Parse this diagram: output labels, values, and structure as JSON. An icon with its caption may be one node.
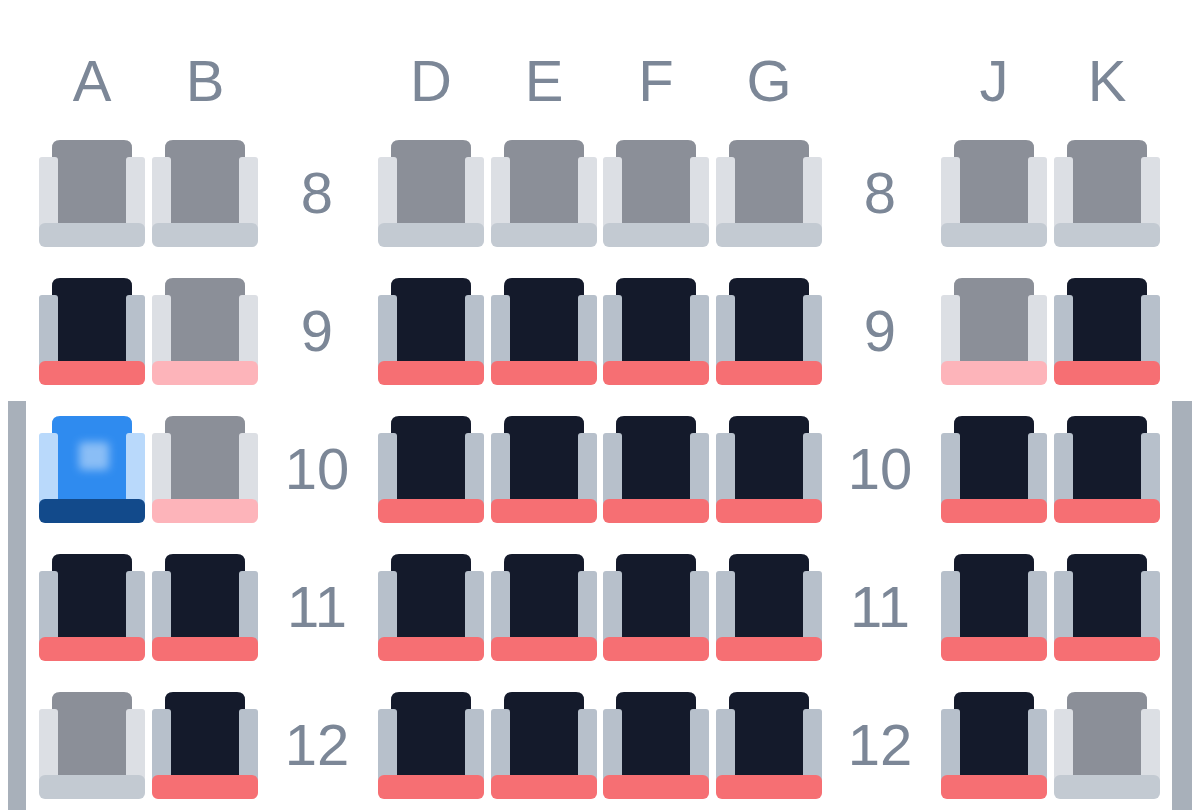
{
  "diagram": {
    "nodes": [
      {
        "text": [],
        "shape": "bar"
      },
      {
        "text": [],
        "shape": "bar"
      }
    ],
    "labels": [
      "A",
      "B",
      "D",
      "E",
      "F",
      "G",
      "J",
      "K",
      "8",
      "8",
      "9",
      "9",
      "10",
      "10",
      "11",
      "11",
      "12",
      "12"
    ]
  }
}
